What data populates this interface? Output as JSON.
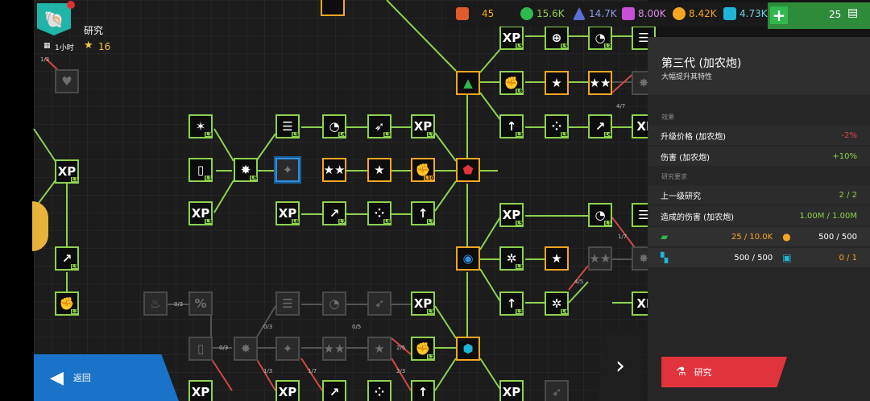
{
  "header": {
    "title": "研究",
    "timer": "1小时",
    "stars": "16",
    "stars_color": "#f5c542"
  },
  "resources": {
    "tokens": "45",
    "green": "15.6K",
    "blue": "14.7K",
    "purple": "8.00K",
    "orange": "8.42K",
    "teal": "4.73K",
    "gems": "25"
  },
  "panel": {
    "title": "第三代 (加农炮)",
    "subtitle": "大幅提升其特性",
    "effects_header": "效果",
    "effects": [
      {
        "label": "升级价格 (加农炮)",
        "value": "-2%",
        "value_color": "#e0484f"
      },
      {
        "label": "伤害 (加农炮)",
        "value": "+10%",
        "value_color": "#8fd14f"
      }
    ],
    "requirements_header": "研究要求",
    "requirements": [
      {
        "label": "上一级研究",
        "value": "2 / 2"
      },
      {
        "label": "造成的伤害 (加农炮)",
        "value": "1.00M / 1.00M"
      }
    ],
    "costs": [
      {
        "icon": "green-resource-icon",
        "value": "25 / 10.0K",
        "color": "#f5a623"
      },
      {
        "icon": "orange-resource-icon",
        "value": "500 / 500",
        "color": "#dddddd"
      },
      {
        "icon": "teal-resource-icon",
        "value": "500 / 500",
        "color": "#dddddd"
      },
      {
        "icon": "star-token-icon",
        "value": "0 / 1",
        "color": "#f5a623"
      }
    ],
    "research_button": "研究"
  },
  "nav": {
    "back_label": "返回",
    "next_icon": "chevron-right-icon"
  },
  "tree": {
    "progress_labels": [
      "1/3",
      "4/7",
      "1/7",
      "4/5",
      "0/3",
      "0/3",
      "0/5",
      "0/3",
      "2/5",
      "1/3",
      "1/7",
      "2/3"
    ],
    "node_labels": [
      "XP",
      "XP",
      "XP",
      "XP",
      "XP",
      "★",
      "★★",
      "★",
      "★★",
      "★",
      "★★",
      "%"
    ]
  }
}
